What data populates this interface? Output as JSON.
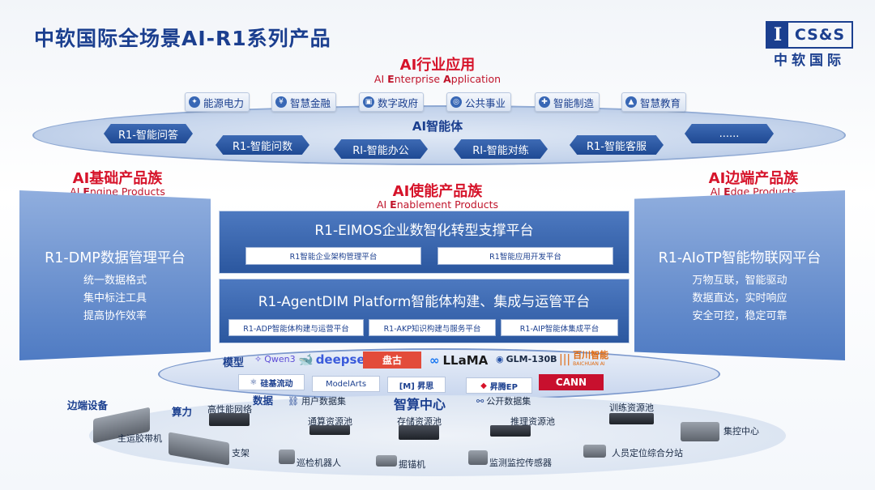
{
  "header": {
    "title": "中软国际全场景AI-R1系列产品",
    "logo_main": "CS&S",
    "logo_i": "I",
    "logo_sub": "中软国际"
  },
  "enterprise": {
    "title": "AI行业应用",
    "subtitle_b1": "E",
    "subtitle_rest1": "nterprise ",
    "subtitle_b2": "A",
    "subtitle_rest2": "pplication",
    "subtitle_pre": "AI ",
    "apps": [
      "能源电力",
      "智慧金融",
      "数字政府",
      "公共事业",
      "智能制造",
      "智慧教育"
    ]
  },
  "agents": {
    "label": "AI智能体",
    "items": [
      "R1-智能问答",
      "R1-智能问数",
      "RI-智能办公",
      "RI-智能对练",
      "R1-智能客服",
      "......"
    ]
  },
  "engine": {
    "title": "AI基础产品族",
    "sub_pre": "AI ",
    "sub_b": "E",
    "sub_rest": "ngine Products",
    "panel_title": "R1-DMP数据管理平台",
    "items": [
      "统一数据格式",
      "集中标注工具",
      "提高协作效率"
    ]
  },
  "enablement": {
    "title": "AI使能产品族",
    "sub_pre": "AI ",
    "sub_b": "E",
    "sub_rest": "nablement Products",
    "eimos": {
      "title": "R1-EIMOS企业数智化转型支撑平台",
      "chips": [
        "R1智能企业架构管理平台",
        "R1智能应用开发平台"
      ]
    },
    "agentdim": {
      "title": "R1-AgentDIM Platform智能体构建、集成与运管平台",
      "chips": [
        "R1-ADP智能体构建与运营平台",
        "R1-AKP知识构建与服务平台",
        "R1-AIP智能体集成平台"
      ]
    }
  },
  "edge": {
    "title": "AI边端产品族",
    "sub_pre": "AI ",
    "sub_b": "E",
    "sub_rest": "dge Products",
    "panel_title": "R1-AIoTP智能物联网平台",
    "items": [
      "万物互联，智能驱动",
      "数据直达，实时响应",
      "安全可控，稳定可靠"
    ]
  },
  "models": {
    "label": "模型",
    "items": [
      "Qwen3",
      "deepseek",
      "盘古",
      "LLaMA",
      "GLM-130B",
      "百川智能"
    ],
    "baichuan_sub": "BAICHUAN AI"
  },
  "compute_chips": [
    "硅基流动",
    "ModelArts",
    "[M] 昇思",
    "昇腾EP",
    "CANN"
  ],
  "base": {
    "data_label": "数据",
    "compute_label": "算力",
    "center_label": "智算中心",
    "edge_label": "边端设备",
    "user_data": "用户数据集",
    "public_data": "公开数据集",
    "hpn": "高性能网络",
    "pools": [
      "通算资源池",
      "存储资源池",
      "推理资源池",
      "训练资源池"
    ],
    "devices": [
      "主运胶带机",
      "支架",
      "巡检机器人",
      "掘锚机",
      "监测监控传感器",
      "人员定位综合分站",
      "集控中心"
    ]
  },
  "colors": {
    "brand": "#1b3f8f",
    "accent_red": "#d6132a",
    "panel": "#2b579f"
  }
}
